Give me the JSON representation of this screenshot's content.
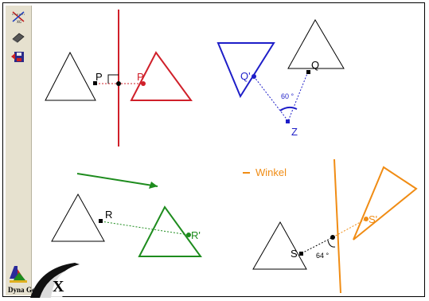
{
  "toolbar": {
    "tools": [
      {
        "icon": "axes-xyz-icon"
      },
      {
        "icon": "eraser-icon"
      },
      {
        "icon": "save-exit-icon"
      }
    ]
  },
  "labels": {
    "p": "P",
    "p_prime": "P'",
    "q": "Q",
    "q_prime": "Q'",
    "z": "Z",
    "r": "R",
    "r_prime": "R'",
    "s": "S",
    "s_prime": "S'",
    "angle_q": "60 °",
    "angle_s": "64 °",
    "winkel": "Winkel"
  },
  "logo": {
    "line1": "Dyna",
    "line2": "Geo",
    "x_mark": "X"
  },
  "colors": {
    "red": "#d0202a",
    "blue": "#1e1ec8",
    "green": "#1e8c1e",
    "orange": "#f08c14",
    "black": "#000000"
  }
}
